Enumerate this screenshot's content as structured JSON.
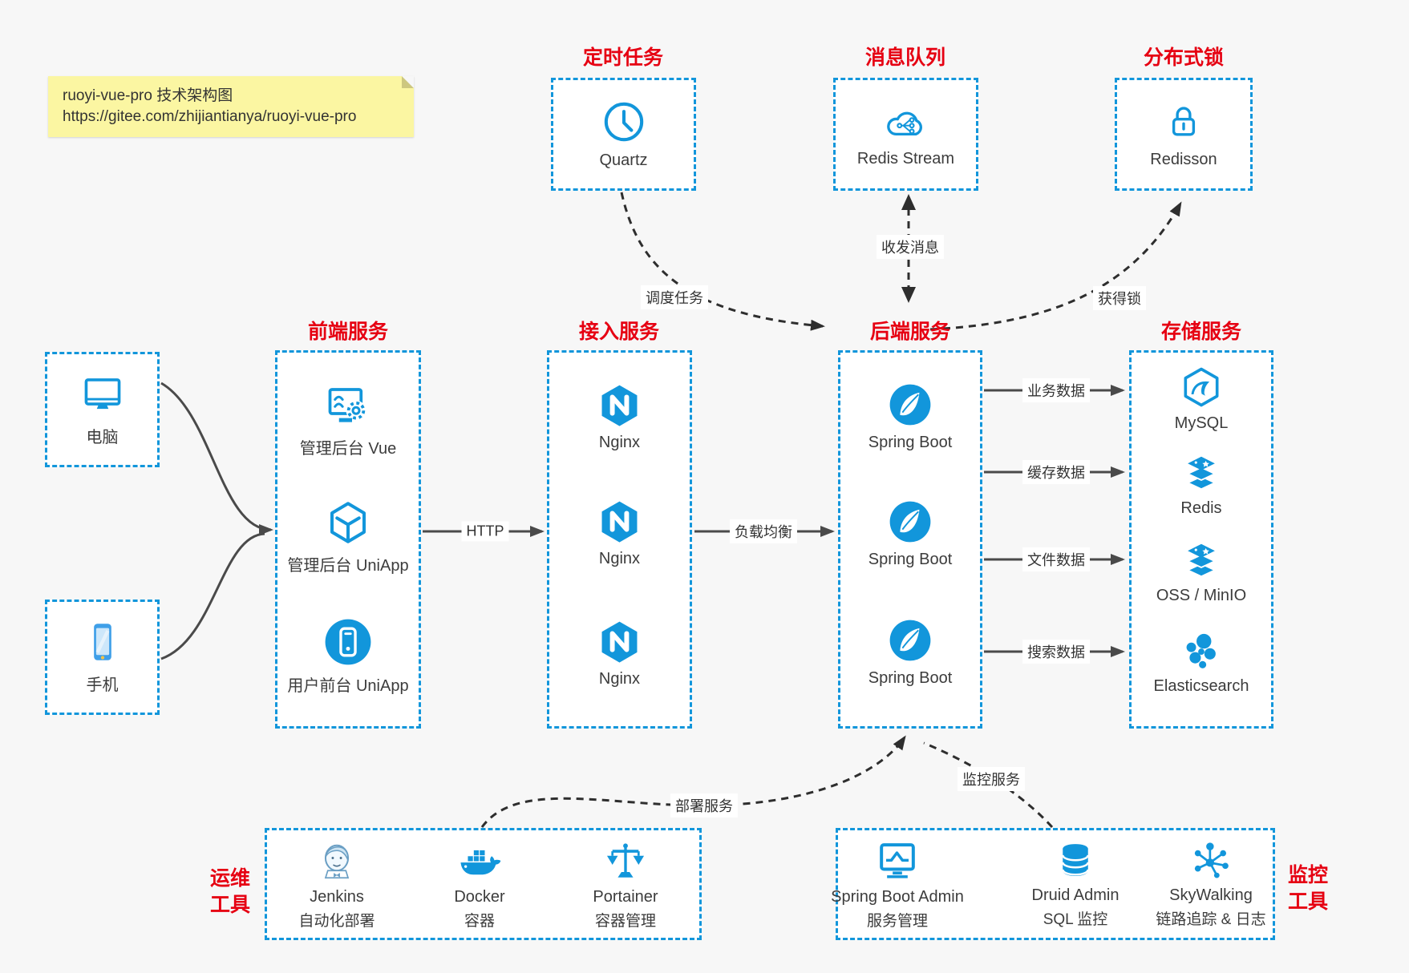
{
  "note": {
    "line1": "ruoyi-vue-pro 技术架构图",
    "line2": "https://gitee.com/zhijiantianya/ruoyi-vue-pro"
  },
  "colors": {
    "accent_blue": "#1296db",
    "title_red": "#e60012",
    "background": "#f7f7f7",
    "box_fill": "#ffffff",
    "arrow_gray": "#4a4a4a",
    "arrow_dark": "#2e2e2e",
    "note_yellow": "#fbf6a2"
  },
  "top_groups": [
    {
      "title": "定时任务",
      "node": {
        "icon": "clock-icon",
        "label": "Quartz"
      }
    },
    {
      "title": "消息队列",
      "node": {
        "icon": "cloud-stream-icon",
        "label": "Redis Stream"
      }
    },
    {
      "title": "分布式锁",
      "node": {
        "icon": "lock-icon",
        "label": "Redisson"
      }
    }
  ],
  "devices": [
    {
      "icon": "desktop-icon",
      "label": "电脑"
    },
    {
      "icon": "mobile-icon",
      "label": "手机"
    }
  ],
  "columns": [
    {
      "title": "前端服务",
      "items": [
        {
          "icon": "admin-vue-icon",
          "label": "管理后台 Vue"
        },
        {
          "icon": "uniapp-cube-icon",
          "label": "管理后台 UniApp"
        },
        {
          "icon": "user-app-icon",
          "label": "用户前台 UniApp"
        }
      ]
    },
    {
      "title": "接入服务",
      "items": [
        {
          "icon": "nginx-icon",
          "label": "Nginx"
        },
        {
          "icon": "nginx-icon",
          "label": "Nginx"
        },
        {
          "icon": "nginx-icon",
          "label": "Nginx"
        }
      ]
    },
    {
      "title": "后端服务",
      "items": [
        {
          "icon": "spring-boot-icon",
          "label": "Spring Boot"
        },
        {
          "icon": "spring-boot-icon",
          "label": "Spring Boot"
        },
        {
          "icon": "spring-boot-icon",
          "label": "Spring Boot"
        }
      ]
    },
    {
      "title": "存储服务",
      "items": [
        {
          "icon": "mysql-icon",
          "label": "MySQL"
        },
        {
          "icon": "redis-stack-icon",
          "label": "Redis"
        },
        {
          "icon": "oss-stack-icon",
          "label": "OSS / MinIO"
        },
        {
          "icon": "elasticsearch-icon",
          "label": "Elasticsearch"
        }
      ]
    }
  ],
  "edges": {
    "http": "HTTP",
    "load_balance": "负载均衡",
    "storage_labels": [
      "业务数据",
      "缓存数据",
      "文件数据",
      "搜索数据"
    ],
    "schedule": "调度任务",
    "message": "收发消息",
    "lock": "获得锁",
    "deploy": "部署服务",
    "monitor": "监控服务"
  },
  "bottom_groups": [
    {
      "title_lines": [
        "运维",
        "工具"
      ],
      "items": [
        {
          "icon": "jenkins-icon",
          "name": "Jenkins",
          "desc": "自动化部署"
        },
        {
          "icon": "docker-icon",
          "name": "Docker",
          "desc": "容器"
        },
        {
          "icon": "portainer-icon",
          "name": "Portainer",
          "desc": "容器管理"
        }
      ]
    },
    {
      "title_lines": [
        "监控",
        "工具"
      ],
      "items": [
        {
          "icon": "springboot-admin-icon",
          "name": "Spring Boot Admin",
          "desc": "服务管理"
        },
        {
          "icon": "druid-icon",
          "name": "Druid Admin",
          "desc": "SQL 监控"
        },
        {
          "icon": "skywalking-icon",
          "name": "SkyWalking",
          "desc": "链路追踪 & 日志"
        }
      ]
    }
  ]
}
